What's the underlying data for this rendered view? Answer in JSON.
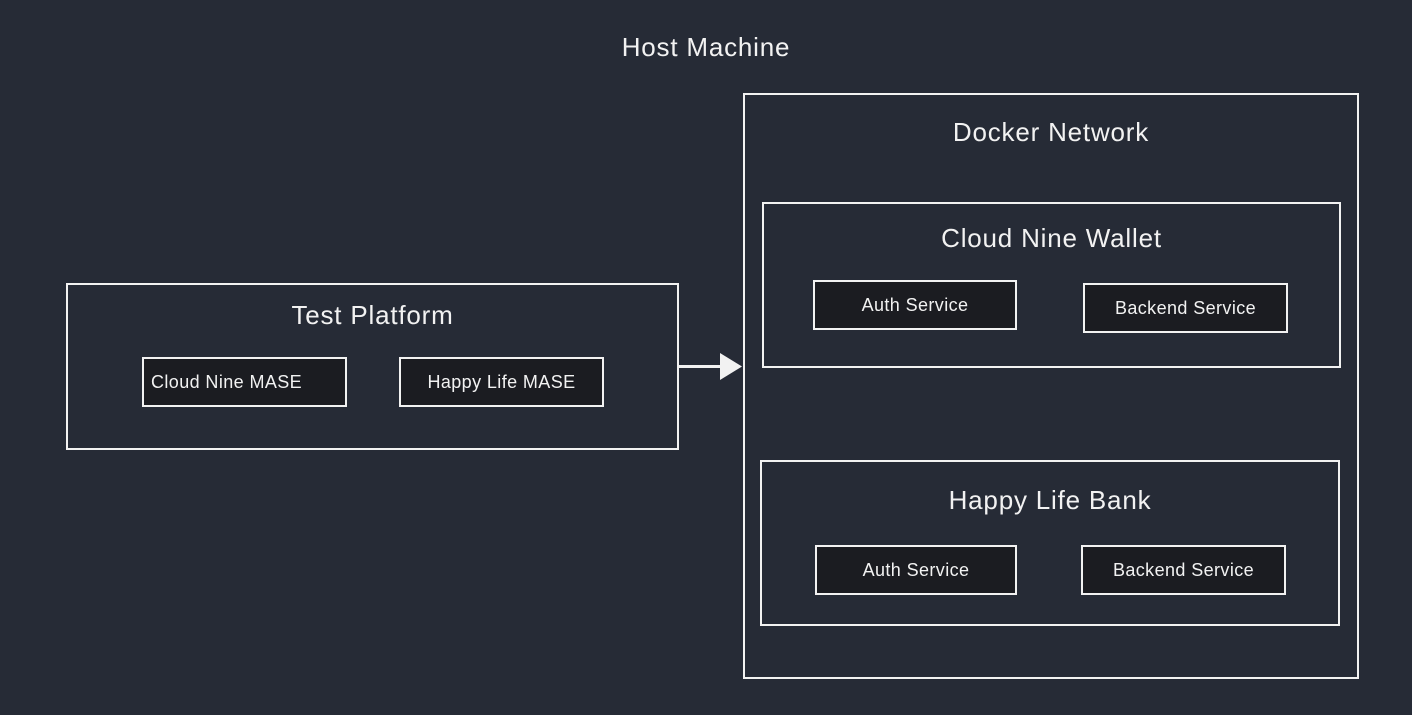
{
  "colors": {
    "background": "#262B36",
    "node_fill": "#1B1C21",
    "border": "#F2F2F2",
    "text": "#F2F2F2"
  },
  "diagram": {
    "title": "Host Machine",
    "test_platform": {
      "title": "Test Platform",
      "nodes": [
        {
          "label": "Cloud Nine MASE"
        },
        {
          "label": "Happy Life MASE"
        }
      ]
    },
    "docker_network": {
      "title": "Docker Network",
      "groups": [
        {
          "title": "Cloud Nine Wallet",
          "nodes": [
            {
              "label": "Auth Service"
            },
            {
              "label": "Backend Service"
            }
          ]
        },
        {
          "title": "Happy Life Bank",
          "nodes": [
            {
              "label": "Auth Service"
            },
            {
              "label": "Backend Service"
            }
          ]
        }
      ]
    }
  }
}
